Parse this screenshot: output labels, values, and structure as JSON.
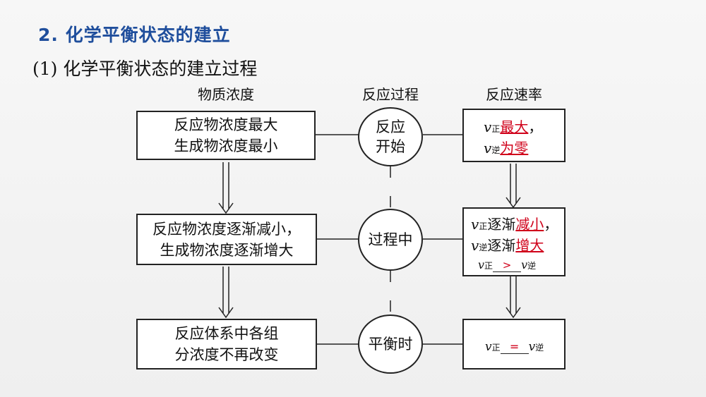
{
  "section_title": "2. 化学平衡状态的建立",
  "sub_title": "(1) 化学平衡状态的建立过程",
  "headers": {
    "concentration": "物质浓度",
    "process": "反应过程",
    "rate": "反应速率"
  },
  "rows": [
    {
      "concentration": [
        "反应物浓度最大",
        "生成物浓度最小"
      ],
      "stage": [
        "反应",
        "开始"
      ],
      "rate": {
        "line1_sub": "正",
        "line1_answer": "最大",
        "line1_suffix": "，",
        "line2_sub": "逆",
        "line2_answer": "为零"
      }
    },
    {
      "concentration": [
        "反应物浓度逐渐减小，",
        "生成物浓度逐渐增大"
      ],
      "stage": [
        "过程中"
      ],
      "rate": {
        "line1_sub": "正",
        "line1_text": "逐渐",
        "line1_answer": "减小",
        "line1_suffix": "，",
        "line2_sub": "逆",
        "line2_text": "逐渐",
        "line2_answer": "增大",
        "compare_left_sub": "正",
        "compare_symbol": ">",
        "compare_right_sub": "逆"
      }
    },
    {
      "concentration": [
        "反应体系中各组",
        "分浓度不再改变"
      ],
      "stage": [
        "平衡时"
      ],
      "rate": {
        "compare_left_sub": "正",
        "compare_symbol": "=",
        "compare_right_sub": "逆"
      }
    }
  ],
  "symbols": {
    "v": "v"
  },
  "colors": {
    "title_blue": "#1f4e9c",
    "answer_red": "#d0021b"
  }
}
